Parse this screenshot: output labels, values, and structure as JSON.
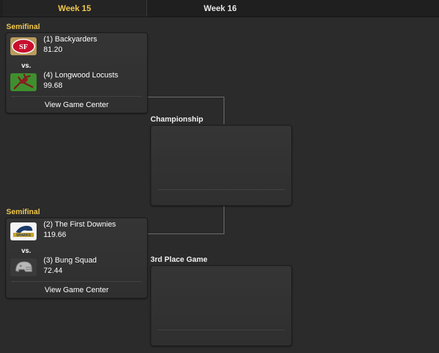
{
  "tabs": [
    {
      "label": "Week 15",
      "active": true
    },
    {
      "label": "Week 16",
      "active": false
    }
  ],
  "colors": {
    "accent": "#f2c84b",
    "background": "#2b2b2b",
    "card": "#333333"
  },
  "semifinals": [
    {
      "label": "Semifinal",
      "teams": [
        {
          "name": "(1) Backyarders",
          "score": "81.20",
          "logo_icon": "49ers-logo-icon"
        },
        {
          "name": "(4) Longwood Locusts",
          "score": "99.68",
          "logo_icon": "locust-logo-icon"
        }
      ],
      "vs": "vs.",
      "game_center": "View Game Center"
    },
    {
      "label": "Semifinal",
      "teams": [
        {
          "name": "(2) The First Downies",
          "score": "119.66",
          "logo_icon": "sharks-logo-icon"
        },
        {
          "name": "(3) Bung Squad",
          "score": "72.44",
          "logo_icon": "helmet-logo-icon"
        }
      ],
      "vs": "vs.",
      "game_center": "View Game Center"
    }
  ],
  "finals": [
    {
      "label": "Championship"
    },
    {
      "label": "3rd Place Game"
    }
  ]
}
